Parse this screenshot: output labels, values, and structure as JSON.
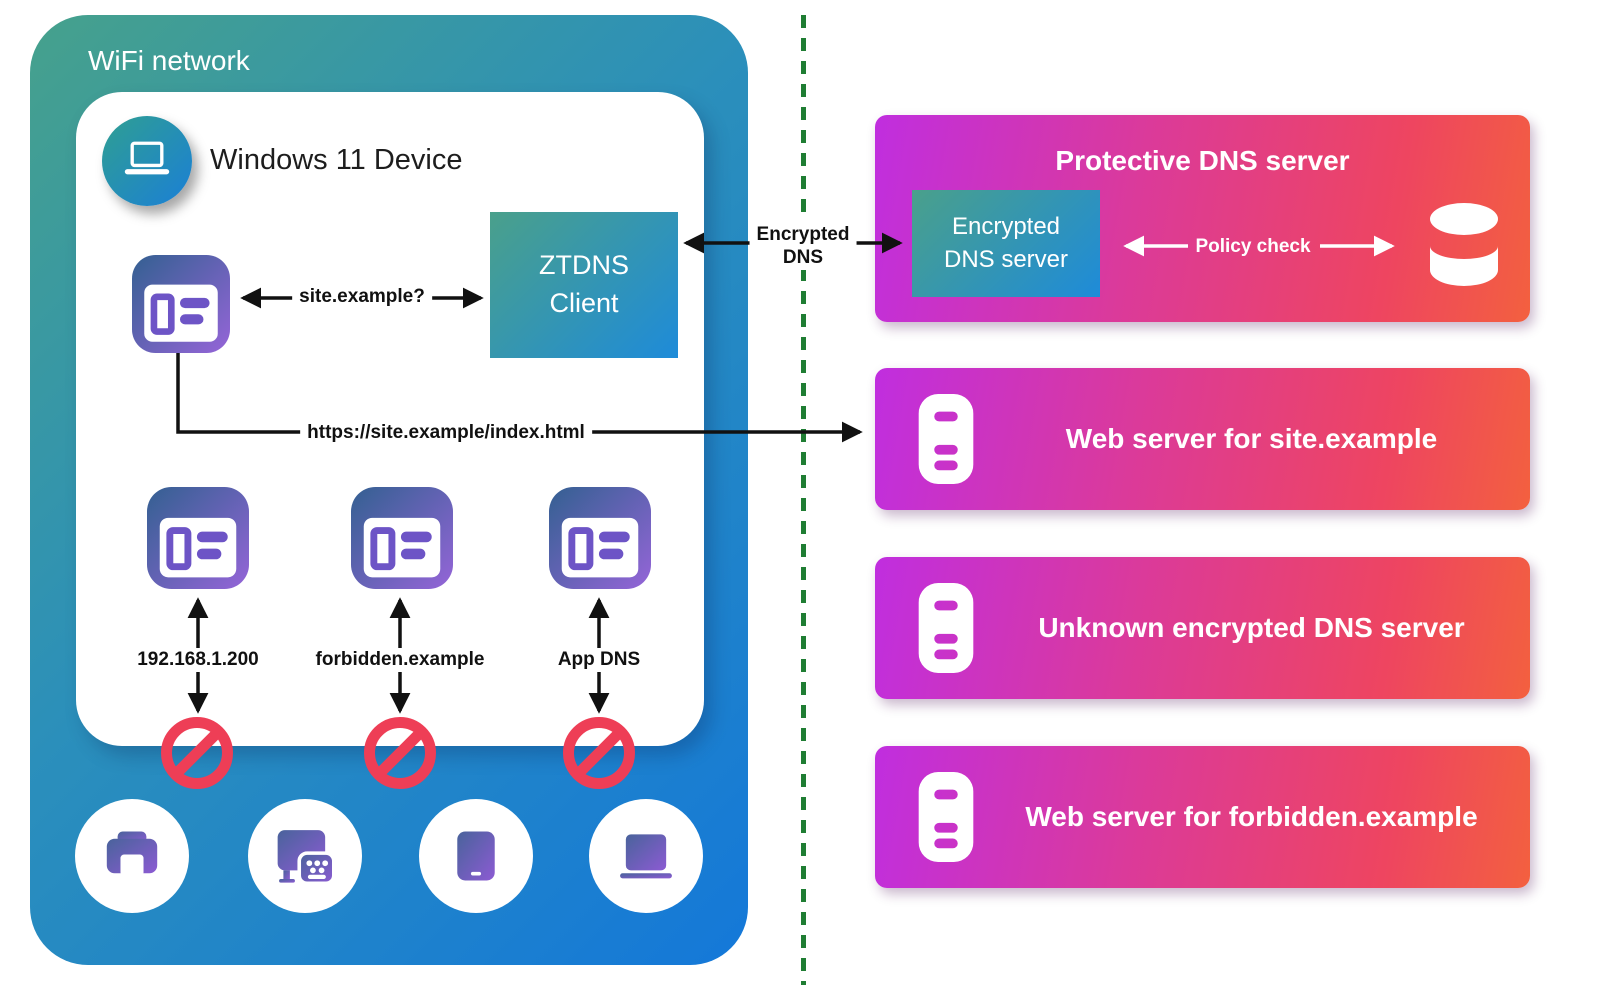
{
  "wifi_network": {
    "label": "WiFi network"
  },
  "windows_device": {
    "title": "Windows 11 Device",
    "ztdns_client": {
      "line1": "ZTDNS",
      "line2": "Client"
    },
    "site_query_label": "site.example?",
    "url_label": "https://site.example/index.html",
    "blocked_requests": [
      {
        "label": "192.168.1.200"
      },
      {
        "label": "forbidden.example"
      },
      {
        "label": "App DNS"
      }
    ]
  },
  "encrypted_dns_link": {
    "line1": "Encrypted",
    "line2": "DNS"
  },
  "protective_dns": {
    "title": "Protective DNS server",
    "encrypted_dns_server": {
      "line1": "Encrypted",
      "line2": "DNS server"
    },
    "policy_check_label": "Policy check"
  },
  "servers": [
    {
      "label": "Web server for site.example"
    },
    {
      "label": "Unknown encrypted DNS server"
    },
    {
      "label": "Web server for forbidden.example"
    }
  ],
  "icons": {
    "device_badge": "laptop-icon",
    "app_icon": "browser-window-icon",
    "server_row_icon": "server-icon",
    "policy_store": "database-icon",
    "blocked_marker": "prohibition-icon",
    "network_devices": [
      "printer-icon",
      "desktop-keypad-icon",
      "tablet-icon",
      "laptop-icon"
    ]
  },
  "colors": {
    "wifi_gradient_start": "#46a18c",
    "wifi_gradient_end": "#1478d9",
    "teal_box_gradient_start": "#4aa08b",
    "teal_box_gradient_end": "#1e8bd9",
    "magenta_box_gradient": [
      "#c02edf",
      "#ee4560",
      "#f3603f"
    ],
    "app_icon_gradient": [
      "#336091",
      "#9565d8"
    ],
    "device_glyph_gradient": [
      "#49639b",
      "#8c5bd3"
    ],
    "prohibited_red": "#ee3e56",
    "separator_green": "#1f7d33",
    "text_dark": "#111111",
    "text_light": "#ffffff"
  }
}
